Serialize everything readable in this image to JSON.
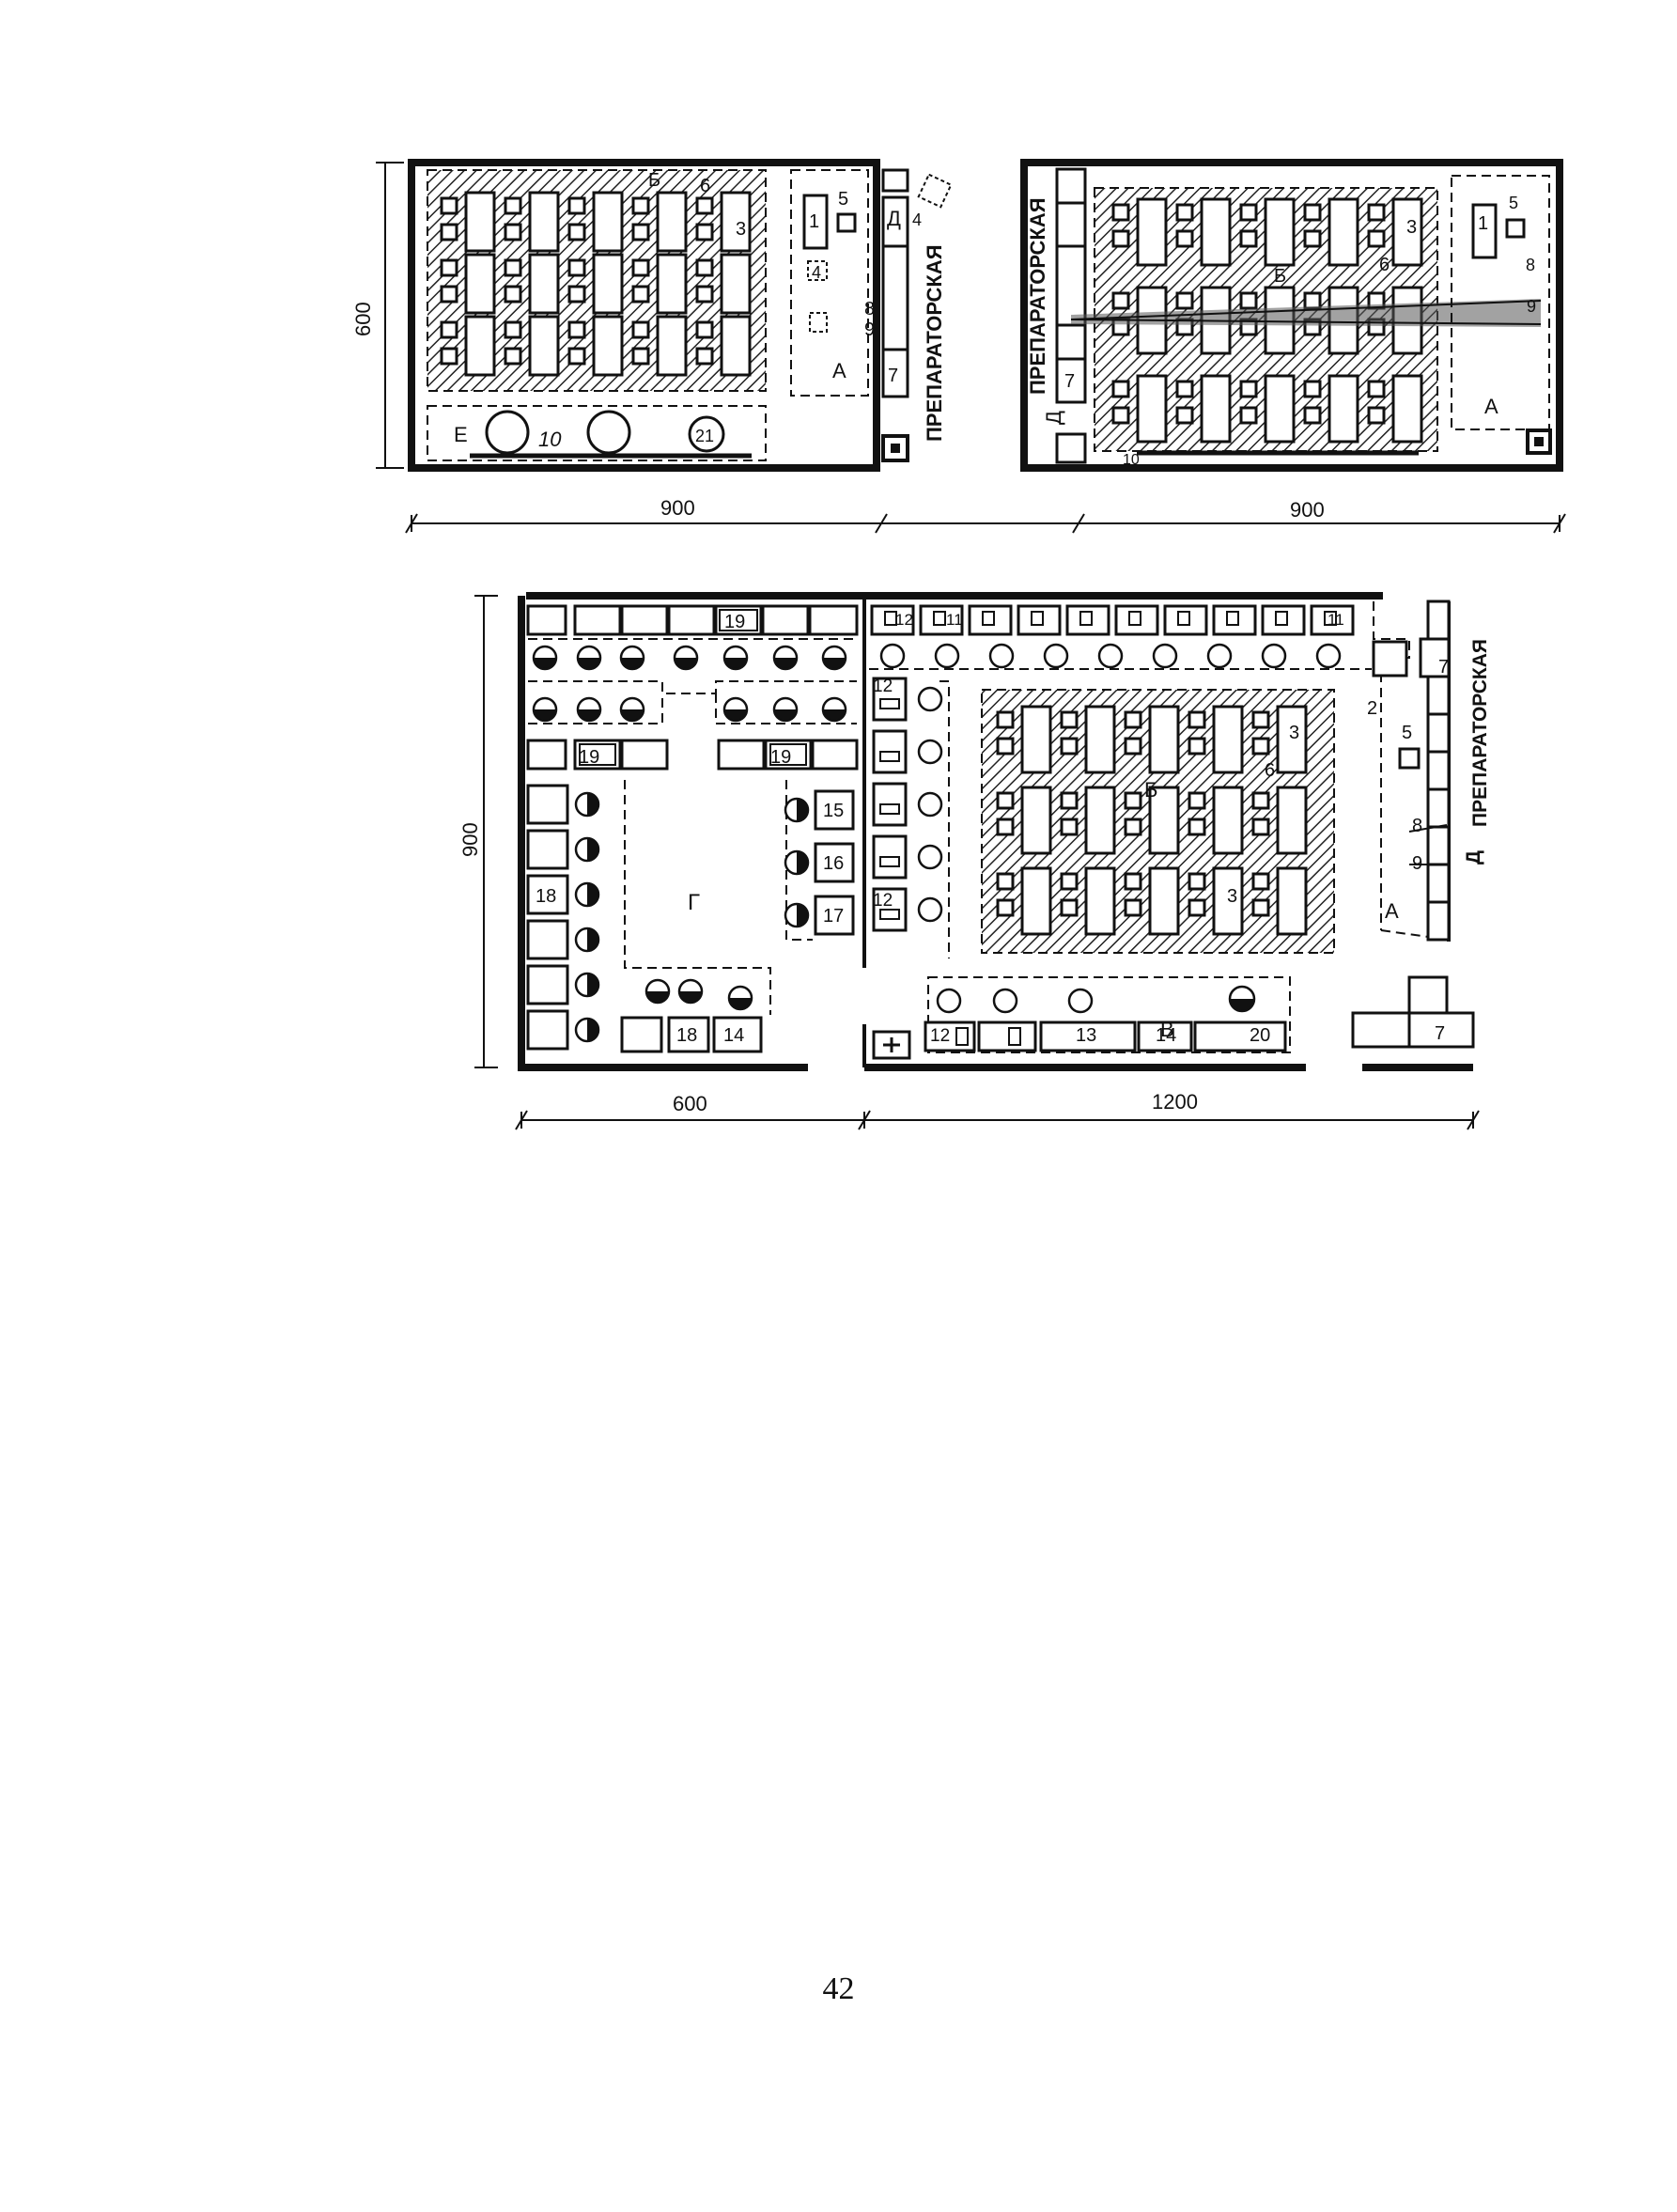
{
  "plans": {
    "top_left": {
      "zones": {
        "b": "Б",
        "a": "А",
        "d": "Д",
        "e": "Е"
      },
      "numbers": {
        "n3": "3",
        "n6": "6",
        "n1": "1",
        "n5": "5",
        "n4a": "4",
        "n4b": "4",
        "n8": "8",
        "n9": "9",
        "n7": "7",
        "n10": "10",
        "n21": "21"
      },
      "prep_room": "ПРЕПАРАТОРСКАЯ"
    },
    "top_right": {
      "zones": {
        "b": "Б",
        "a": "А",
        "d": "Д"
      },
      "numbers": {
        "n3": "3",
        "n6": "6",
        "n1": "1",
        "n5": "5",
        "n8": "8",
        "n9": "9",
        "n7": "7",
        "n10": "10"
      },
      "prep_room": "ПРЕПАРАТОРСКАЯ"
    },
    "bottom": {
      "zones": {
        "g": "Г",
        "b": "Б",
        "v": "В",
        "a": "А",
        "d": "Д"
      },
      "numbers": {
        "n19a": "19",
        "n19b": "19",
        "n19c": "19",
        "n18a": "18",
        "n18b": "18",
        "n14a": "14",
        "n15": "15",
        "n16": "16",
        "n17": "17",
        "n12a": "12",
        "n12b": "12",
        "n12c": "12",
        "n12d": "12",
        "n11a": "11",
        "n11b": "11",
        "n3a": "3",
        "n3b": "3",
        "n6": "6",
        "n2": "2",
        "n5": "5",
        "n8": "8",
        "n9": "9",
        "n7a": "7",
        "n7b": "7",
        "n13": "13",
        "n14b": "14",
        "n20": "20"
      },
      "prep_room": "ПРЕПАРАТОРСКАЯ"
    }
  },
  "dimensions": {
    "top_height": "600",
    "top_left_width": "900",
    "top_right_width": "900",
    "bottom_height": "900",
    "bottom_left_width": "600",
    "bottom_right_width": "1200"
  },
  "page_number": "42"
}
